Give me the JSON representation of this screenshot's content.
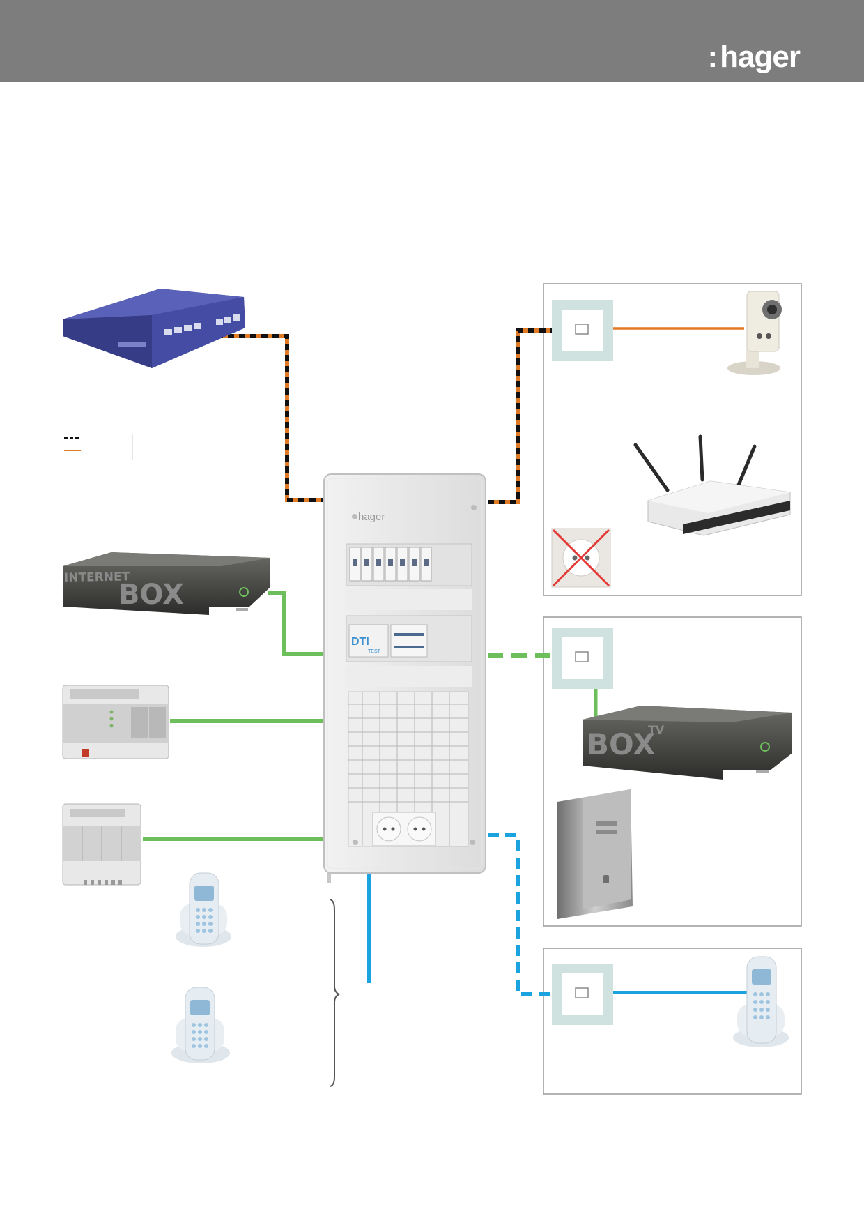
{
  "brand": {
    "logo": "hager",
    "header_color": "#7d7d7d"
  },
  "labels": {
    "cabinet_brand": "hager",
    "dti": "DTI",
    "dti_test": "TEST",
    "internet_box_top": "INTERNET",
    "internet_box_main": "BOX",
    "box_tv_main": "BOX",
    "box_tv_sup": "TV"
  },
  "colors": {
    "ethernet_black": "#111111",
    "ethernet_orange": "#e07a24",
    "data_green": "#6cbf5a",
    "phone_blue": "#1aa3de",
    "panel_border": "#9a9a9a",
    "switch_blue": "#4a4fa8",
    "wall_socket": "#cfe2e0"
  },
  "icons": [
    "network-switch-icon",
    "ip-camera-icon",
    "wifi-router-icon",
    "power-socket-crossed-icon",
    "internet-box-icon",
    "din-module-icon",
    "cordless-phone-icon",
    "tv-box-icon",
    "desktop-tower-icon",
    "rj45-socket-icon",
    "distribution-cabinet-icon"
  ]
}
